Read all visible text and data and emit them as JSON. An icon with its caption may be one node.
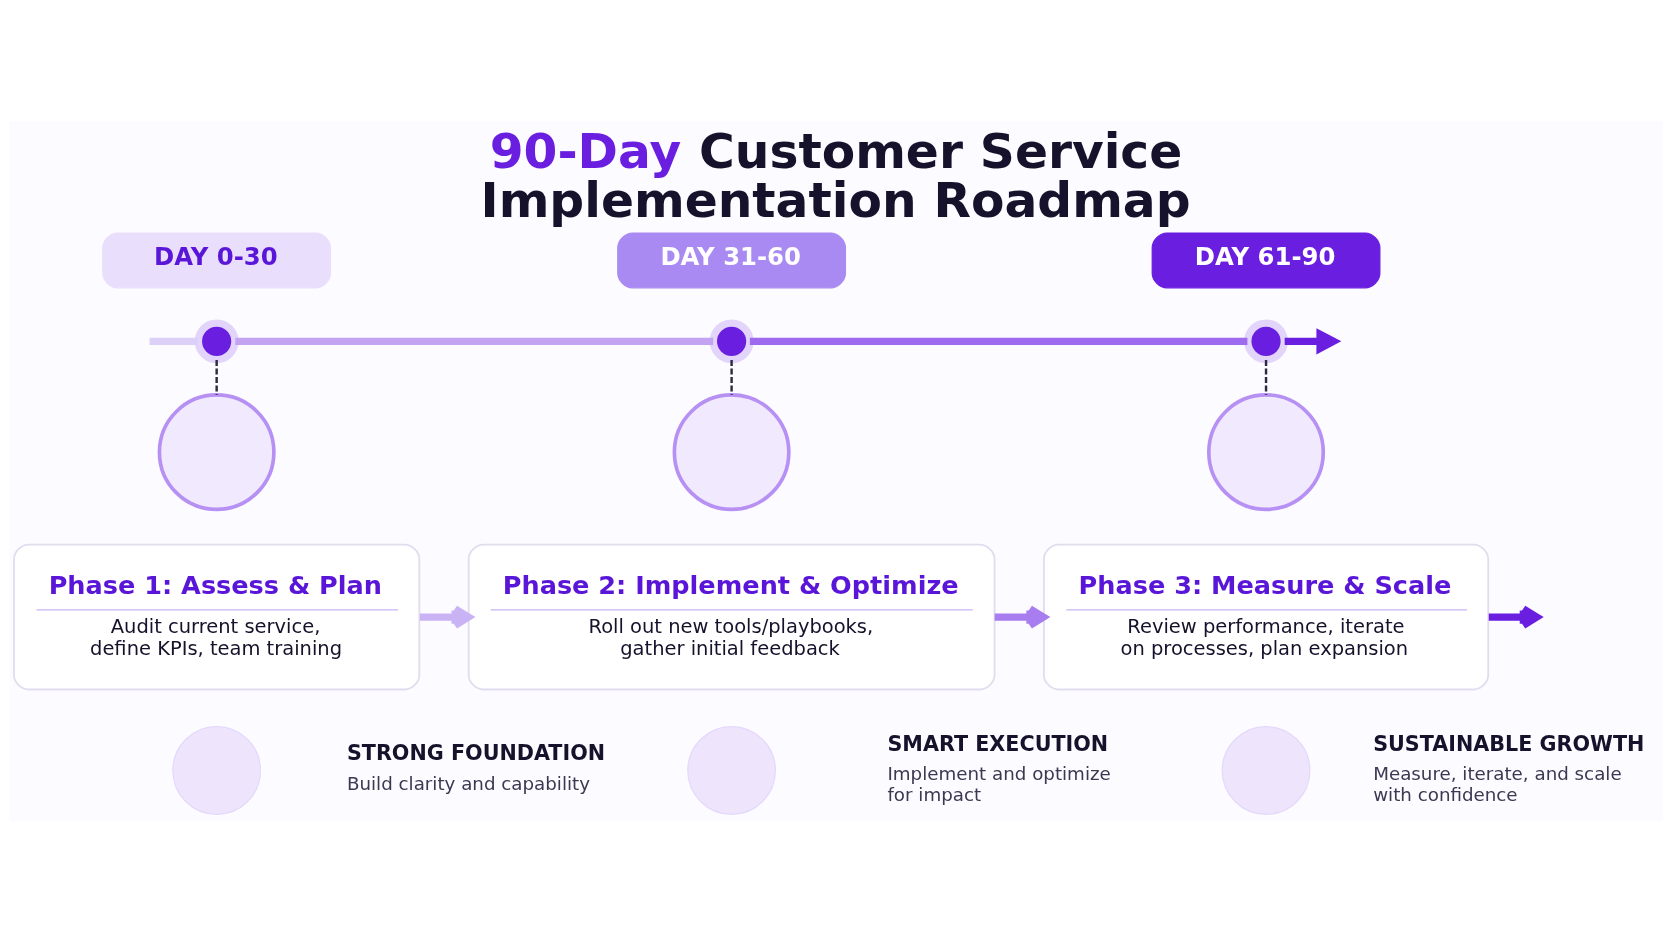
{
  "diagram": {
    "title": "90-Day Customer Service Implementation Roadmap",
    "nodes": [
      {
        "text": [
          "DAY 0-30"
        ]
      },
      {
        "text": [
          "DAY 31-60"
        ]
      },
      {
        "text": [
          "DAY 61-90"
        ]
      },
      {
        "text": [],
        "shape": "circle"
      },
      {
        "text": [],
        "shape": "circle"
      },
      {
        "text": [],
        "shape": "circle"
      },
      {
        "text": [],
        "shape": "circle"
      },
      {
        "text": [],
        "shape": "circle"
      },
      {
        "text": [],
        "shape": "circle"
      },
      {
        "text": [
          "Phase 1: Assess & Plan",
          "Audit current service, define KPIs, team training"
        ]
      },
      {
        "text": [
          "Phase 2: Implement & Optimize",
          "Roll out new tools/playbooks, gather initial feedback"
        ]
      },
      {
        "text": [
          "Phase 3: Measure & Scale",
          "Review performance, iterate on processes, plan expansion"
        ]
      },
      {
        "text": [],
        "shape": "circle",
        "beside": [
          "STRONG FOUNDATION",
          "Build clarity and capability"
        ]
      },
      {
        "text": [],
        "shape": "circle",
        "beside": [
          "SMART EXECUTION",
          "Implement and optimize for impact"
        ]
      },
      {
        "text": [],
        "shape": "circle",
        "beside": [
          "SUSTAINABLE GROWTH",
          "Measure, iterate, and scale with confidence"
        ]
      }
    ],
    "edges": [
      {
        "from": null,
        "to": 3,
        "arrow": "none",
        "color": "#ddd0f8"
      },
      {
        "from": 3,
        "to": 4,
        "arrow": "none",
        "color": "#c3a4f3"
      },
      {
        "from": 4,
        "to": 5,
        "arrow": "none",
        "color": "#9d6af0"
      },
      {
        "from": 5,
        "to": null,
        "arrow": "to",
        "color": "#6a1fe0"
      },
      {
        "from": 3,
        "to": 6,
        "arrow": "none",
        "style": "dashed",
        "color": "#2e2a3f"
      },
      {
        "from": 4,
        "to": 7,
        "arrow": "none",
        "style": "dashed",
        "color": "#2e2a3f"
      },
      {
        "from": 5,
        "to": 8,
        "arrow": "none",
        "style": "dashed",
        "color": "#2e2a3f"
      },
      {
        "from": 9,
        "to": 10,
        "arrow": "to",
        "color": "#c9b3f5"
      },
      {
        "from": 10,
        "to": 11,
        "arrow": "to",
        "color": "#a77df0"
      },
      {
        "from": 11,
        "to": null,
        "arrow": "to",
        "color": "#6a1fe0"
      }
    ]
  }
}
